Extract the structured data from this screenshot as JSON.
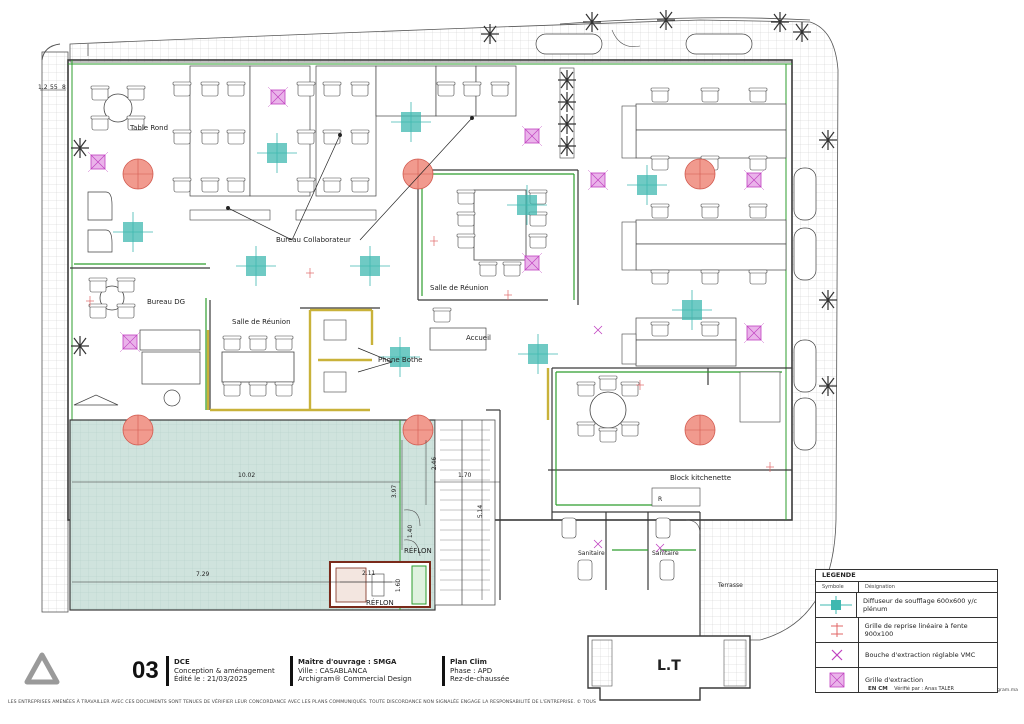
{
  "rooms": {
    "table_rond": "Table Rond",
    "bureau_collaborateur": "Bureau Collaborateur",
    "bureau_dg": "Bureau DG",
    "salle_reunion_1": "Salle de Réunion",
    "salle_reunion_2": "Salle de Réunion",
    "phone_bothe": "Phone Bothe",
    "accueil": "Accueil",
    "block_kitchenette": "Block kitchenette",
    "sanitaire_1": "Sanitaire",
    "sanitaire_2": "Sanitaire",
    "terrasse": "Terrasse",
    "lt": "L.T",
    "r": "R"
  },
  "dimensions": {
    "d1": "10.02",
    "d2": "7.29",
    "d3": "1.70",
    "d4": "2.46",
    "d5": "3.97",
    "d6": "5.14",
    "d7": "1.40",
    "d8": "2.11",
    "d9": "1.60",
    "top_left_1": "1.2",
    "top_left_2": "55",
    "top_left_3": "8"
  },
  "title_block": {
    "sheet_no": "03",
    "phase_code": "DCE",
    "line1": "Conception & aménagement",
    "line2": "Édité le : 21/03/2025",
    "owner_title": "Maître d'ouvrage : SMGA",
    "owner_city": "Ville : CASABLANCA",
    "owner_firm": "Archigram® Commercial Design",
    "plan_title": "Plan Clim",
    "plan_phase": "Phase : APD",
    "plan_level": "Rez-de-chaussée",
    "disclaimer": "LES ENTREPRISES AMENÉES À TRAVAILLER AVEC CES DOCUMENTS SONT TENUES DE VÉRIFIER LEUR CONCORDANCE AVEC LES PLANS COMMUNIQUÉS. TOUTE DISCORDANCE NON SIGNALÉE ENGAGE LA RESPONSABILITÉ DE L'ENTREPRISE. © TOUS",
    "website": "www.archigram.ma"
  },
  "legend": {
    "header": "LEGENDE",
    "col_symbol": "Symbole",
    "col_designation": "Désignation",
    "items": [
      {
        "icon": "supply-diffuser-icon",
        "text": "Diffuseur de soufflage 600x600 y/c plénum",
        "color": "#3fb8b0"
      },
      {
        "icon": "linear-return-grille-icon",
        "text": "Grille de reprise linéaire à fente 900x100",
        "color": "#e06666"
      },
      {
        "icon": "vmc-extract-icon",
        "text": "Bouche d'extraction réglable VMC",
        "color": "#c040c0"
      },
      {
        "icon": "extract-grille-icon",
        "text": "Grille d'extraction",
        "color": "#d070d0"
      }
    ],
    "unit": "EN CM",
    "checked_by": "Vérifié par : Anas TALER"
  },
  "colors": {
    "wall": "#3a3a3a",
    "glazing": "#2e9e2e",
    "partition_yellow": "#c9b23a",
    "diffuser": "#3fb8b0",
    "cassette": "#ef8b80",
    "extract": "#d070d0",
    "hatch": "#b9c8c8"
  }
}
